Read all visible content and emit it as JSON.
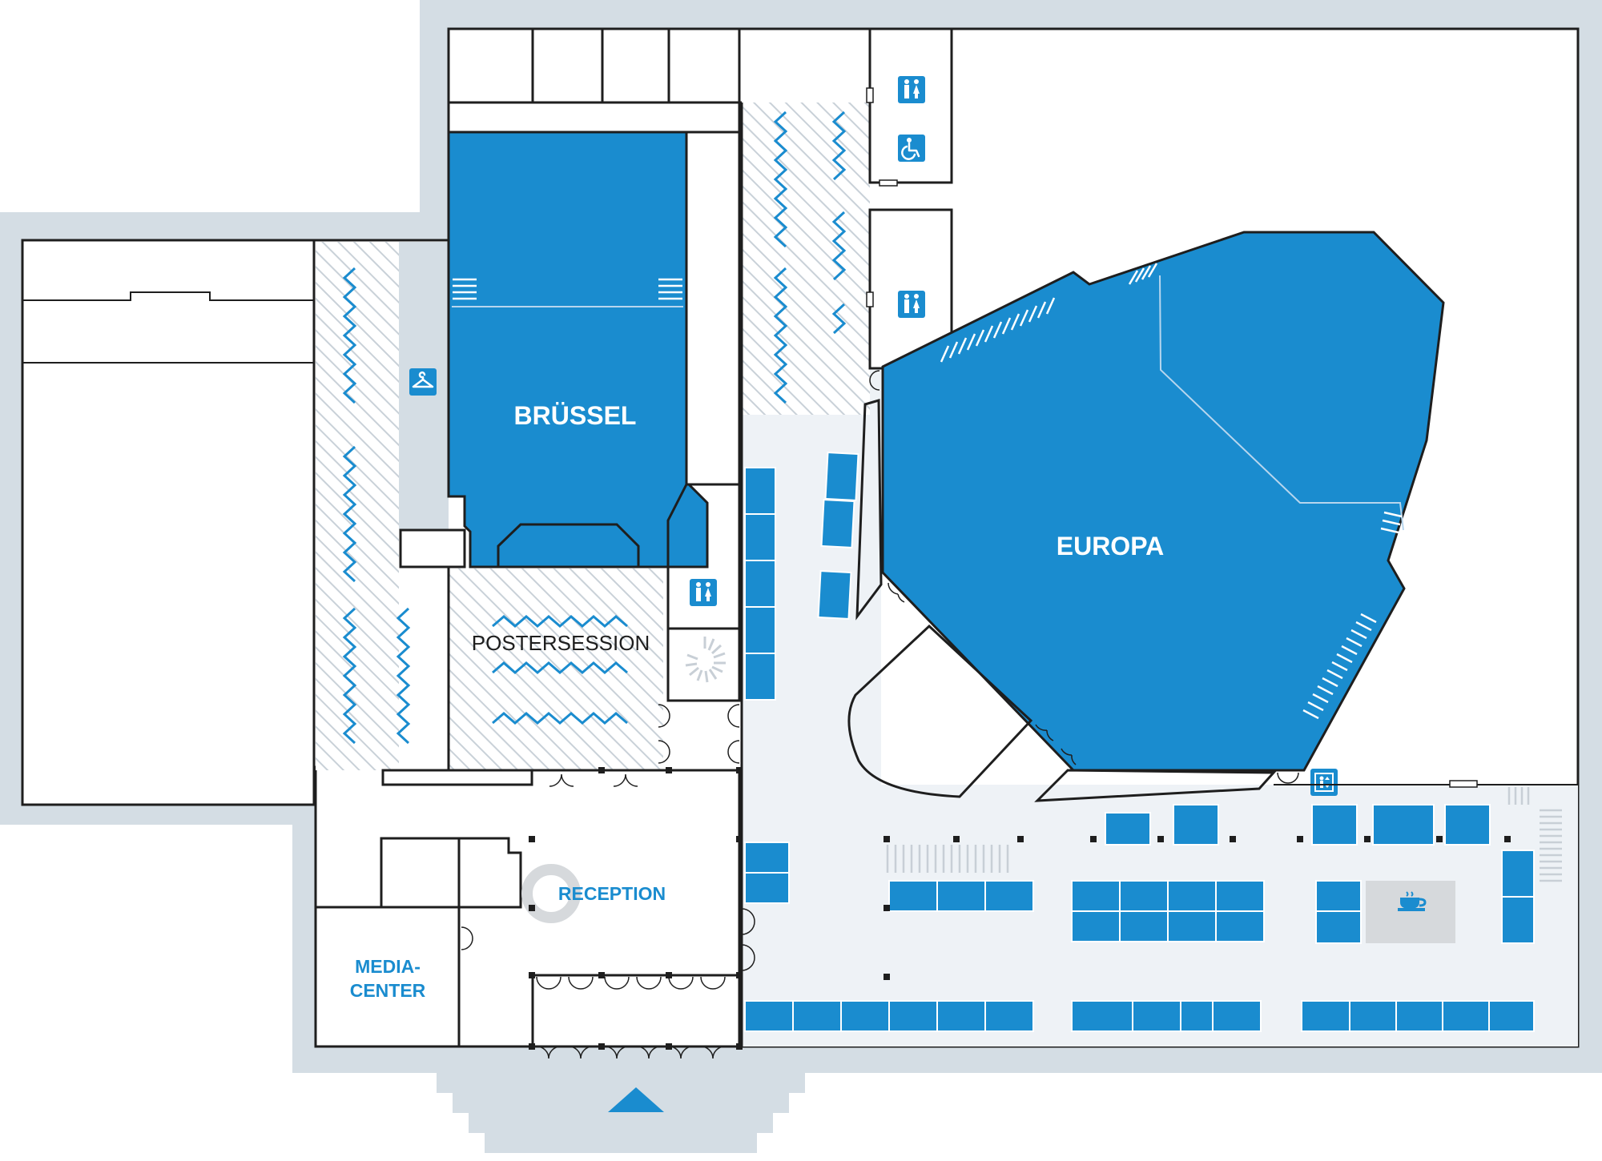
{
  "map": {
    "rooms": {
      "bruessel": "BRÜSSEL",
      "europa": "EUROPA",
      "postersession": "POSTERSESSION",
      "reception": "RECEPTION",
      "mediacenter_line1": "MEDIA-",
      "mediacenter_line2": "CENTER"
    },
    "icons": [
      "restroom-icon",
      "wheelchair-restroom-icon",
      "restroom-icon",
      "restroom-icon",
      "cloakroom-hanger-icon",
      "elevator-icon",
      "coffee-cup-icon",
      "entrance-arrow-icon"
    ],
    "colors": {
      "room_blue": "#1a8ccf",
      "outer_building": "#d4dde4",
      "foyer": "#eef2f6",
      "hatch": "#c9d1d8",
      "walls": "#1e1e1e"
    }
  }
}
